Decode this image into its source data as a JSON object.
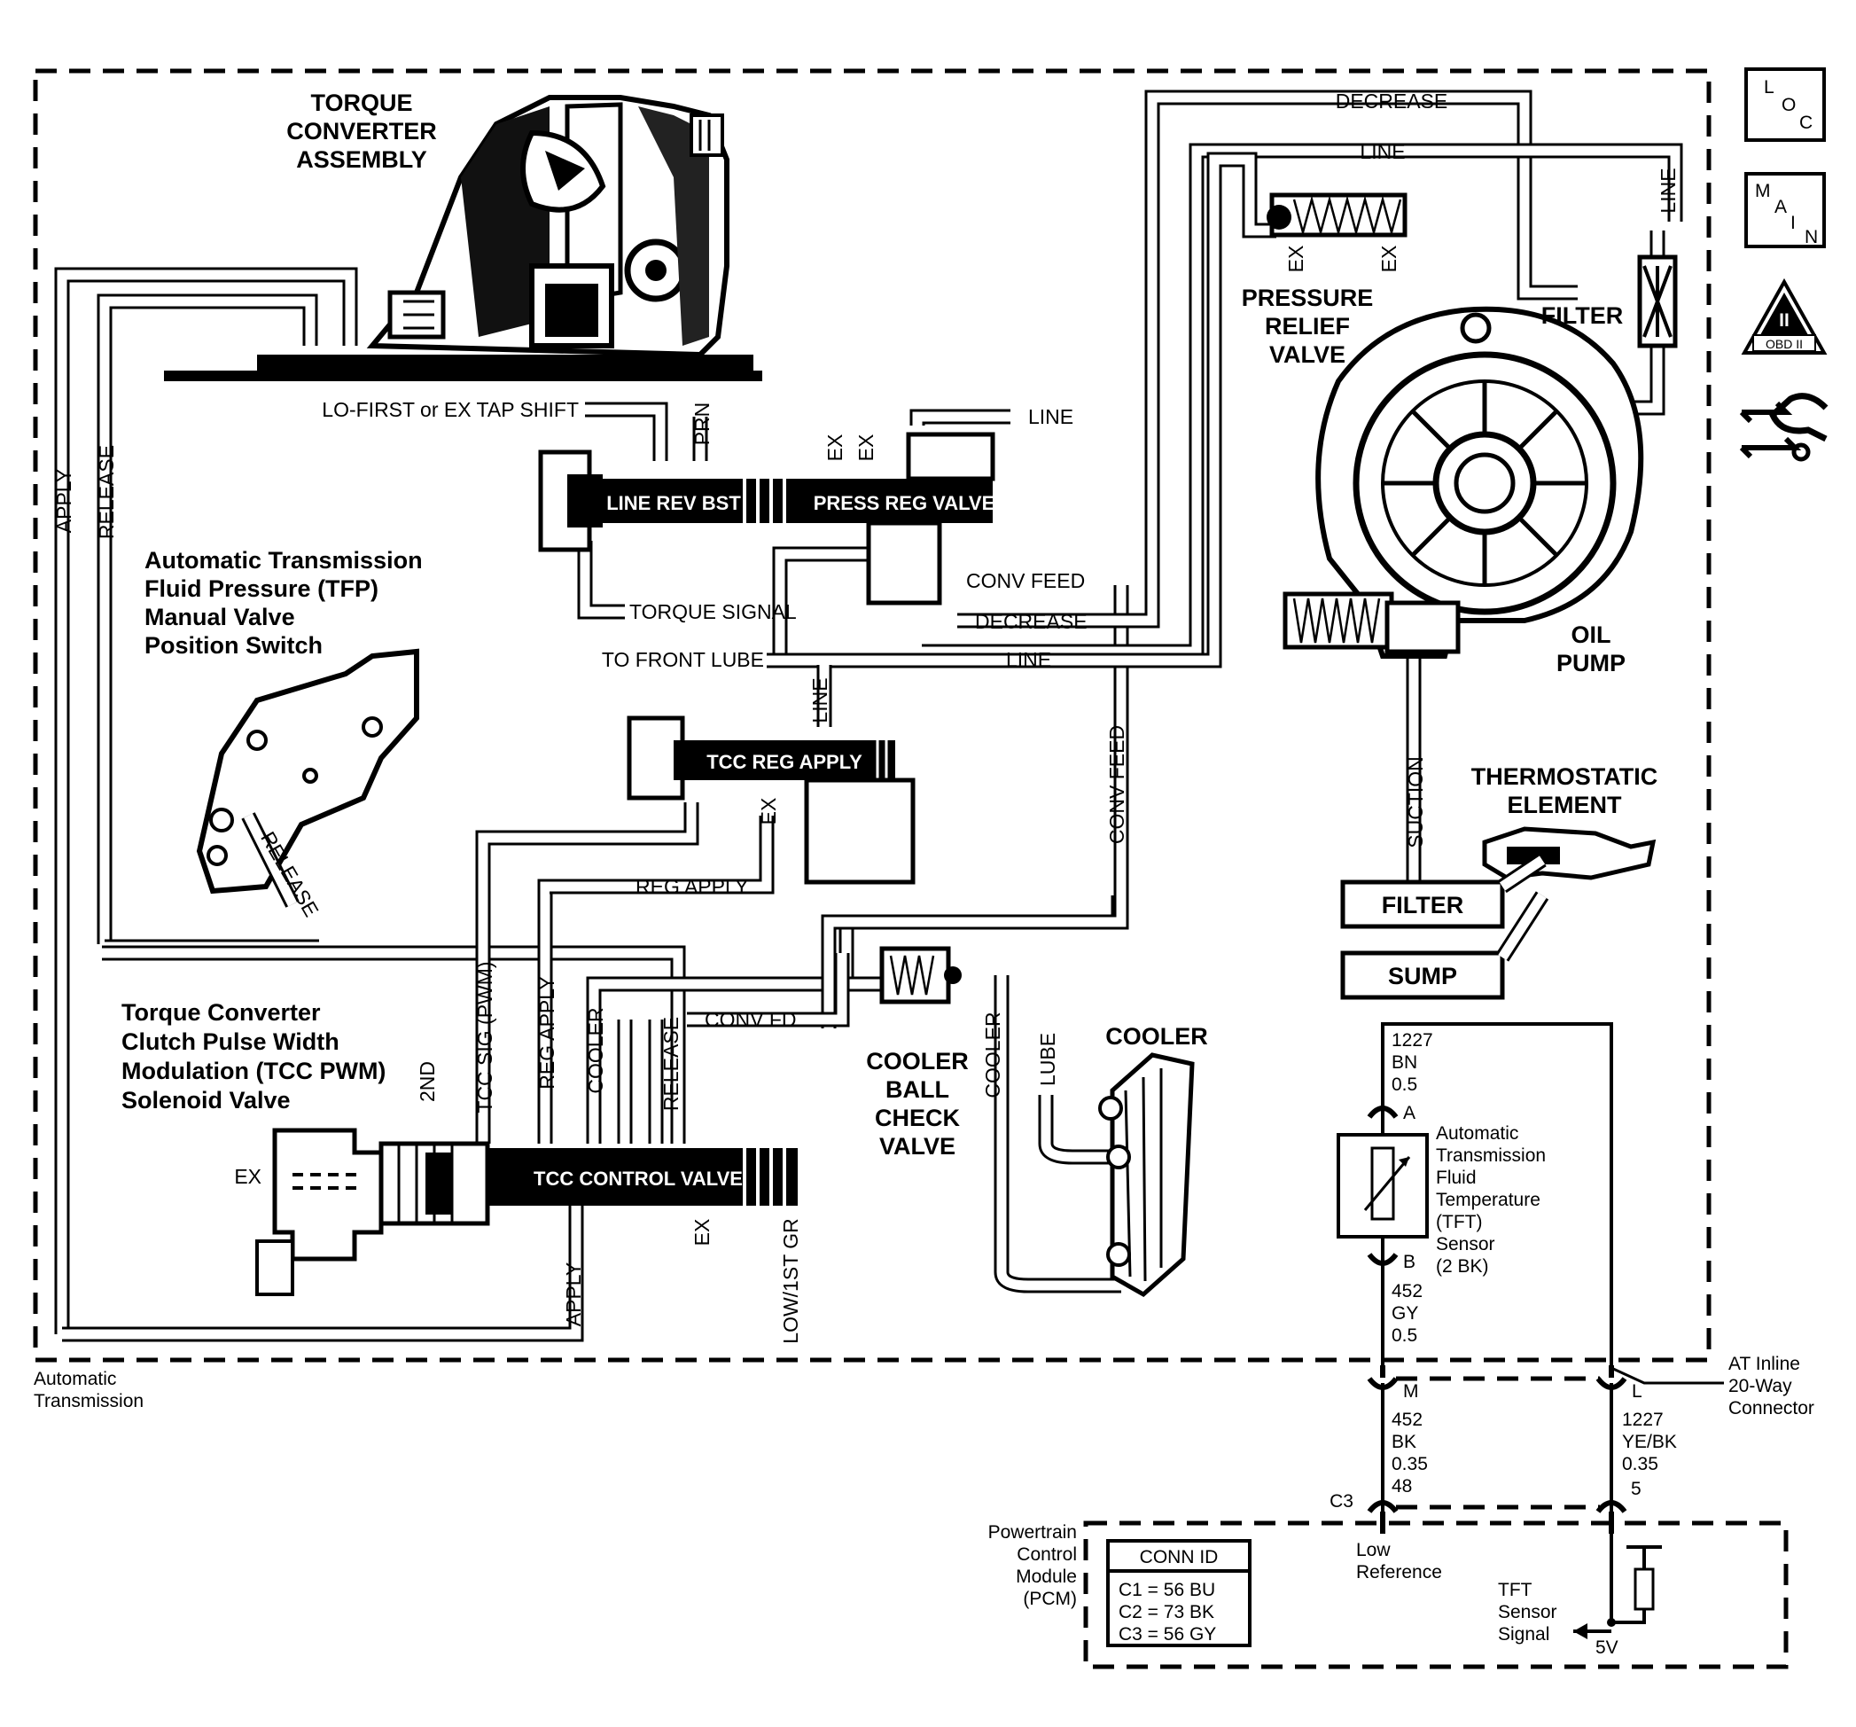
{
  "diagram": {
    "headings": {
      "torque_converter": [
        "TORQUE",
        "CONVERTER",
        "ASSEMBLY"
      ],
      "tfp_switch": [
        "Automatic Transmission",
        "Fluid Pressure (TFP)",
        "Manual Valve",
        "Position Switch"
      ],
      "tcc_pwm": [
        "Torque Converter",
        "Clutch Pulse Width",
        "Modulation (TCC PWM)",
        "Solenoid Valve"
      ],
      "pressure_relief": [
        "PRESSURE",
        "RELIEF",
        "VALVE"
      ],
      "oil_pump": [
        "OIL",
        "PUMP"
      ],
      "thermostatic": [
        "THERMOSTATIC",
        "ELEMENT"
      ],
      "cooler": "COOLER",
      "cooler_ball": [
        "COOLER",
        "BALL",
        "CHECK",
        "VALVE"
      ],
      "filter_top": "FILTER",
      "filter_box": "FILTER",
      "sump_box": "SUMP"
    },
    "valves": {
      "line_rev_bst": "LINE REV BST",
      "press_reg": "PRESS REG VALVE",
      "tcc_reg_apply": "TCC REG APPLY",
      "tcc_control": "TCC CONTROL VALVE"
    },
    "passages": {
      "decrease_top": "DECREASE",
      "line_top": "LINE",
      "line_right": "LINE",
      "ex1": "EX",
      "ex2": "EX",
      "lo_first": "LO-FIRST or EX TAP SHIFT",
      "prn": "PRN",
      "ex_a": "EX",
      "ex_b": "EX",
      "line_reg": "LINE",
      "torque_signal": "TORQUE SIGNAL",
      "conv_feed": "CONV FEED",
      "decrease_mid": "DECREASE",
      "to_front_lube": "TO FRONT LUBE",
      "line_mid": "LINE",
      "line_vert": "LINE",
      "ex_tcc_reg": "EX",
      "conv_feed_vert": "CONV FEED",
      "reg_apply": "REG APPLY",
      "apply_left": "APPLY",
      "release_left": "RELEASE",
      "release_switch": "RELEASE",
      "tcc_sig": "TCC SIG (PWM)",
      "reg_apply_vert": "REG APPLY",
      "cooler_vert": "COOLER",
      "release_vert": "RELEASE",
      "conv_fd": "CONV FD",
      "second": "2ND",
      "ex_solenoid": "EX",
      "ex_tcc": "EX",
      "apply_bottom": "APPLY",
      "low_1st": "LOW/1ST GR",
      "cooler_right": "COOLER",
      "lube": "LUBE",
      "suction": "SUCTION"
    },
    "electrical": {
      "wire_top": [
        "1227",
        "BN",
        "0.5"
      ],
      "pin_a": "A",
      "pin_b": "B",
      "sensor": [
        "Automatic",
        "Transmission",
        "Fluid",
        "Temperature",
        "(TFT)",
        "Sensor",
        "(2 BK)"
      ],
      "wire_gy": [
        "452",
        "GY",
        "0.5"
      ],
      "pin_m": "M",
      "pin_l": "L",
      "wire_bk": [
        "452",
        "BK",
        "0.35",
        "48"
      ],
      "wire_yebk": [
        "1227",
        "YE/BK",
        "0.35"
      ],
      "pin5": "5",
      "c3": "C3",
      "inline_connector": [
        "AT Inline",
        "20-Way",
        "Connector"
      ],
      "auto_trans": [
        "Automatic",
        "Transmission"
      ],
      "pcm": [
        "Powertrain",
        "Control",
        "Module",
        "(PCM)"
      ],
      "conn_id_title": "CONN ID",
      "conn_ids": [
        "C1 = 56 BU",
        "C2 = 73 BK",
        "C3 = 56 GY"
      ],
      "low_reference": [
        "Low",
        "Reference"
      ],
      "tft_signal": [
        "TFT",
        "Sensor",
        "Signal"
      ],
      "five_v": "5V"
    },
    "nav_icons": {
      "loc": [
        "L",
        "O",
        "C"
      ],
      "main": [
        "M",
        "A",
        "I",
        "N"
      ],
      "obd": [
        "II",
        "OBD II"
      ]
    }
  }
}
